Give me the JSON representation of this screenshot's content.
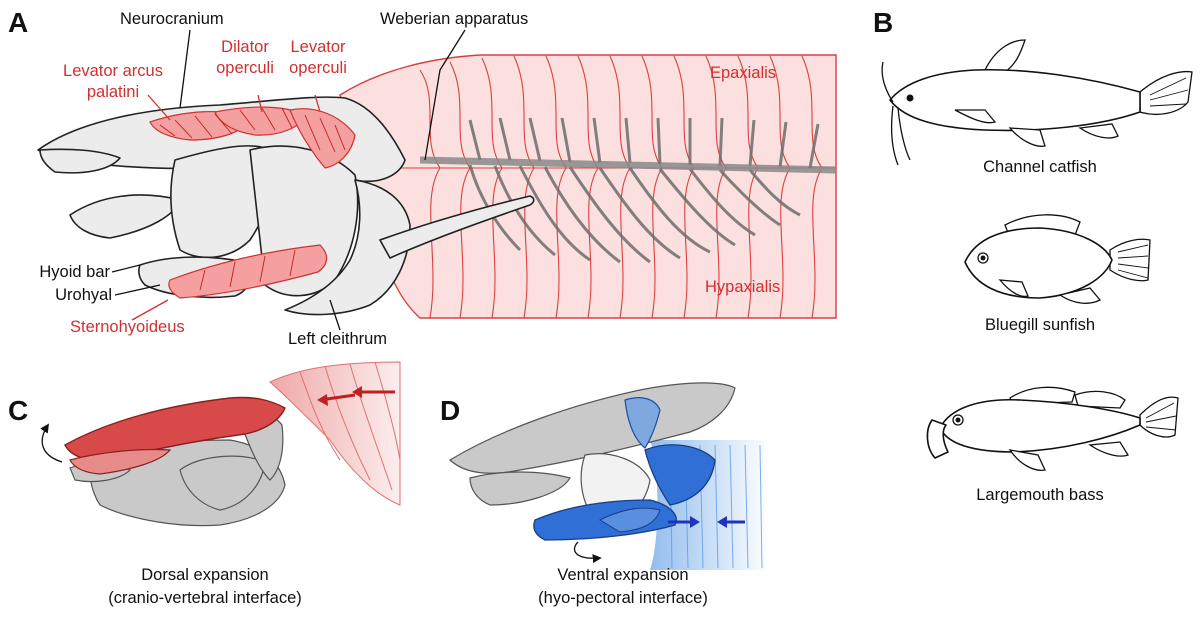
{
  "panels": {
    "a": "A",
    "b": "B",
    "c": "C",
    "d": "D"
  },
  "panel_a": {
    "labels": {
      "neurocranium": "Neurocranium",
      "weberian": "Weberian apparatus",
      "levator_arcus_1": "Levator arcus",
      "levator_arcus_2": "palatini",
      "dilator_1": "Dilator",
      "dilator_2": "operculi",
      "levator_op_1": "Levator",
      "levator_op_2": "operculi",
      "epaxialis": "Epaxialis",
      "hypaxialis": "Hypaxialis",
      "hyoid_bar": "Hyoid bar",
      "urohyal": "Urohyal",
      "sternohyoideus": "Sternohyoideus",
      "left_cleithrum": "Left cleithrum"
    }
  },
  "panel_b": {
    "fish": [
      "Channel catfish",
      "Bluegill sunfish",
      "Largemouth bass"
    ]
  },
  "panel_c": {
    "caption_1": "Dorsal expansion",
    "caption_2": "(cranio-vertebral interface)"
  },
  "panel_d": {
    "caption_1": "Ventral expansion",
    "caption_2": "(hyo-pectoral interface)"
  },
  "colors": {
    "muscle_red": "#d03030",
    "muscle_fill": "#fbe0df",
    "ventral_blue": "#2f6fd6",
    "bone_grey": "#c9c9c9"
  }
}
